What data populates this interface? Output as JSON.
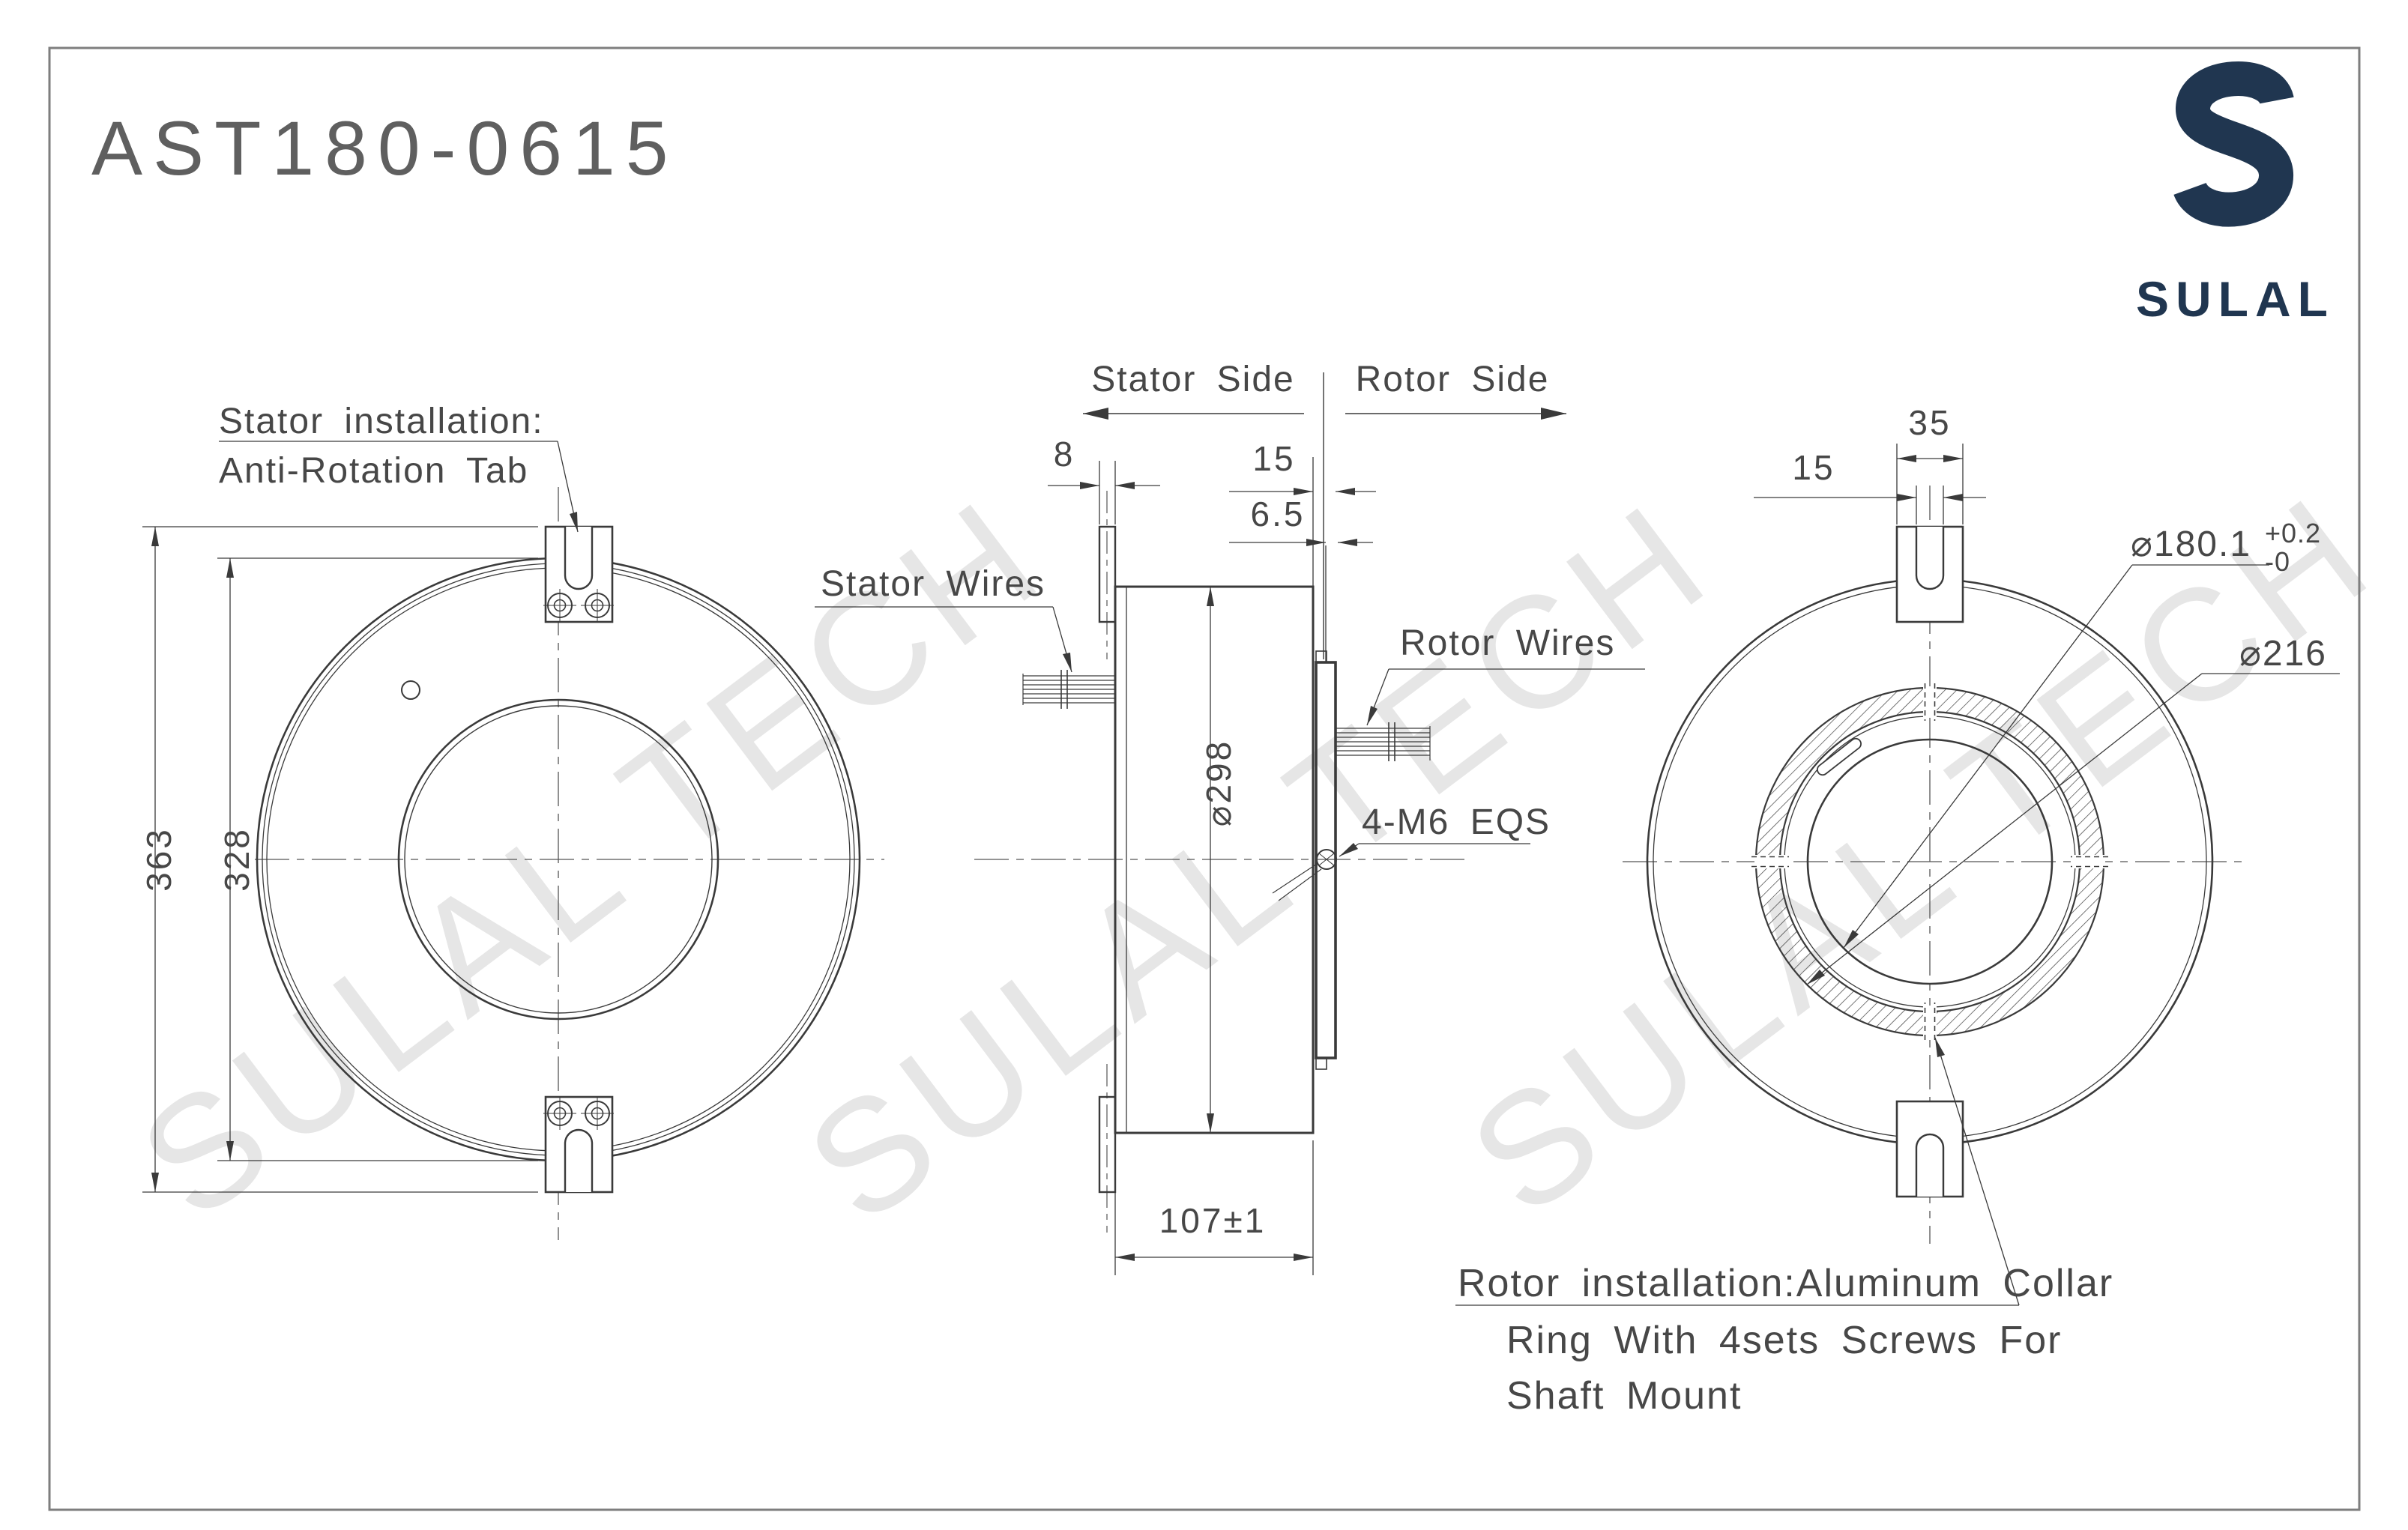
{
  "sheet": {
    "title": "AST180-0615",
    "background": "#ffffff",
    "border_color": "#7e7e7e",
    "line_color": "#3a3a3a",
    "watermark_color": "#d8d8d8"
  },
  "logo": {
    "brand": "SULAL",
    "color": "#203650",
    "mark": "stylized-s"
  },
  "watermark": {
    "text": "SULAL TECH"
  },
  "front_view": {
    "labels": {
      "stator_installation_line1": "Stator installation:",
      "stator_installation_line2": "Anti-Rotation Tab"
    },
    "dims": {
      "overall_height": "363",
      "outer_diameter": "328"
    }
  },
  "side_view": {
    "labels": {
      "stator_side": "Stator Side",
      "rotor_side": "Rotor Side",
      "stator_wires": "Stator Wires",
      "rotor_wires": "Rotor Wires",
      "screws": "4-M6 EQS"
    },
    "dims": {
      "flange_thickness": "8",
      "rotor_offset": "15",
      "collar_thickness": "6.5",
      "body_diameter": "⌀298",
      "overall_length": "107±1"
    }
  },
  "rotor_view": {
    "dims": {
      "tab_width": "35",
      "slot_width": "15",
      "bore_diameter": "⌀180.1",
      "bore_tol_plus": "+0.2",
      "bore_tol_minus": "-0",
      "collar_outer_diameter": "⌀216"
    },
    "note": {
      "line1": "Rotor installation:Aluminum Collar",
      "line2": "Ring With 4sets Screws For",
      "line3": "Shaft Mount"
    }
  }
}
